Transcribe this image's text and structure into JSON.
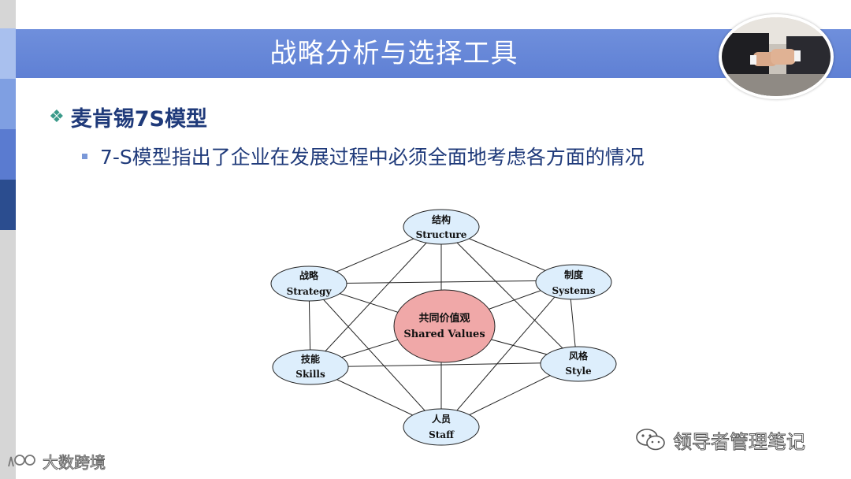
{
  "slide": {
    "title": "战略分析与选择工具",
    "heading": "麦肯锡7S模型",
    "subline": "7-S模型指出了企业在发展过程中必须全面地考虑各方面的情况"
  },
  "diagram": {
    "center": {
      "cn": "共同价值观",
      "en": "Shared Values"
    },
    "nodes": [
      {
        "cn": "结构",
        "en": "Structure"
      },
      {
        "cn": "制度",
        "en": "Systems"
      },
      {
        "cn": "风格",
        "en": "Style"
      },
      {
        "cn": "人员",
        "en": "Staff"
      },
      {
        "cn": "技能",
        "en": "Skills"
      },
      {
        "cn": "战略",
        "en": "Strategy"
      }
    ]
  },
  "watermarks": {
    "right": "领导者管理笔记",
    "left": "大数跨境"
  },
  "colors": {
    "title_bar": "#6f8fdc",
    "node_fill": "#ddeefc",
    "center_fill": "#f0a8a8",
    "text_dark_blue": "#1f3a7a",
    "left_block_1": "#a9c0ee",
    "left_block_2": "#7f9fe2",
    "left_block_3": "#5a7bd0",
    "left_block_4": "#2b4d8f"
  },
  "icons": [
    "diamond-bullet-icon",
    "square-bullet-icon",
    "handshake-photo",
    "wechat-icon",
    "brand-logo-icon"
  ]
}
